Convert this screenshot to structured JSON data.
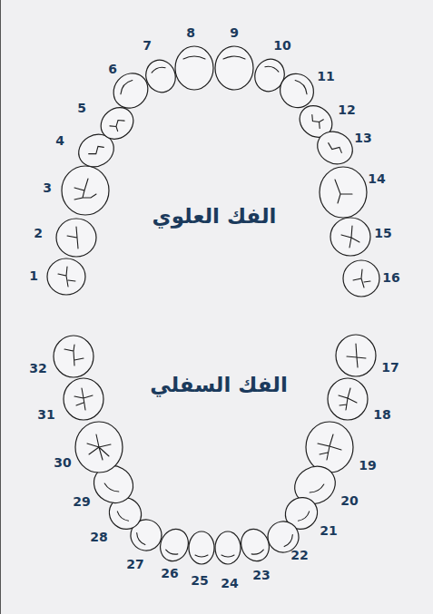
{
  "diagram": {
    "labels": [
      "1",
      "2",
      "3",
      "4",
      "5",
      "6",
      "7",
      "8",
      "9",
      "10",
      "11",
      "12",
      "13",
      "14",
      "15",
      "16",
      "17",
      "18",
      "19",
      "20",
      "21",
      "22",
      "23",
      "24",
      "25",
      "26",
      "27",
      "28",
      "29",
      "30",
      "31",
      "32",
      "الفك العلوي",
      "الفك السفلي"
    ]
  }
}
